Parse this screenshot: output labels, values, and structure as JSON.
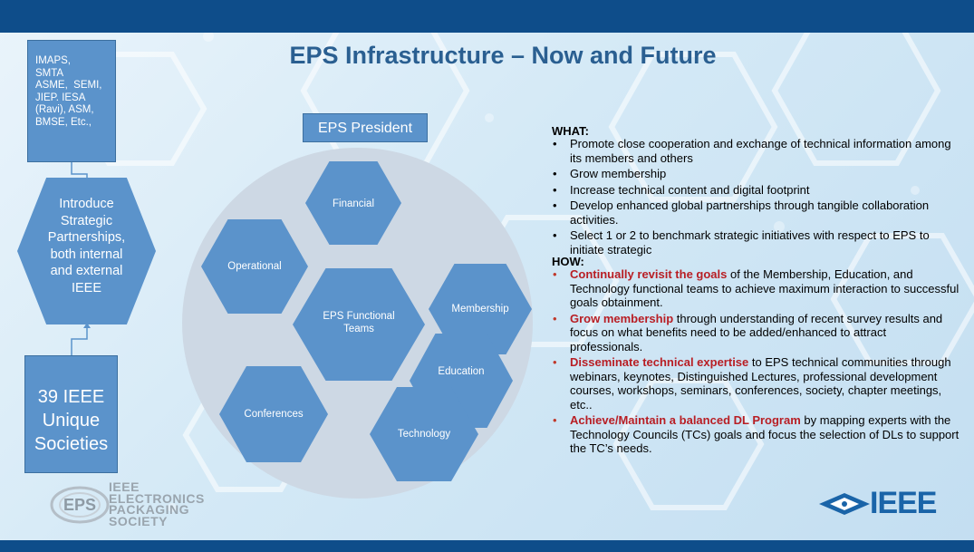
{
  "slide": {
    "title": "EPS Infrastructure – Now and Future",
    "colors": {
      "bar": "#0e4d8a",
      "box": "#5b93cb",
      "title": "#2a5f91",
      "highlight": "#b81e24"
    }
  },
  "left": {
    "org_box_lines": [
      "IMAPS,",
      "SMTA",
      "ASME,  SEMI,",
      "JIEP. IESA",
      "(Ravi), ASM,",
      "BMSE, Etc.,"
    ],
    "strategic_hex_lines": [
      "Introduce",
      "Strategic",
      "Partnerships,",
      "both internal",
      "and external",
      "IEEE"
    ],
    "societies_box_lines": [
      "39 IEEE",
      "Unique",
      "Societies"
    ]
  },
  "diagram": {
    "president": "EPS President",
    "hexagons": {
      "financial": "Financial",
      "operational": "Operational",
      "functional_teams_1": "EPS Functional",
      "functional_teams_2": "Teams",
      "membership": "Membership",
      "education": "Education",
      "conferences": "Conferences",
      "technology": "Technology"
    }
  },
  "what": {
    "heading": "WHAT:",
    "items": [
      "Promote close cooperation and exchange of technical information among its members and others",
      "Grow membership",
      "Increase technical content and digital footprint",
      "Develop enhanced global partnerships through tangible collaboration activities.",
      "Select 1 or 2 to benchmark strategic initiatives with respect to EPS to initiate strategic"
    ]
  },
  "how": {
    "heading": "HOW:",
    "items": [
      {
        "bold": "Continually revisit the goals",
        "rest": " of the Membership, Education, and Technology functional teams to achieve maximum  interaction to successful goals obtainment."
      },
      {
        "bold": "Grow membership",
        "rest": " through understanding of recent survey results and focus on what benefits need to be added/enhanced to attract professionals."
      },
      {
        "bold": "Disseminate technical expertise",
        "rest": " to EPS technical communities through webinars, keynotes, Distinguished Lectures, professional development courses, workshops, seminars, conferences, society, chapter meetings, etc.."
      },
      {
        "bold": "Achieve/Maintain a balanced DL Program",
        "rest": " by mapping experts with the Technology Councils (TCs) goals and focus the selection of DLs to support the TC’s needs."
      }
    ]
  },
  "logos": {
    "eps_lines": [
      "IEEE",
      "ELECTRONICS",
      "PACKAGING",
      "SOCIETY"
    ],
    "ieee": "IEEE"
  }
}
